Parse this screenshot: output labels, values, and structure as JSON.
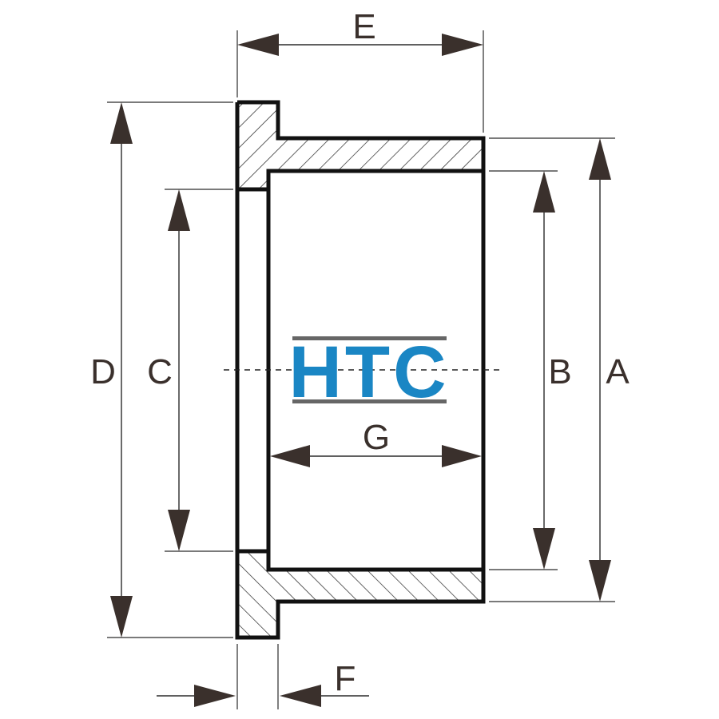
{
  "logo": {
    "text": "HTC",
    "text_color": "#1a86c4",
    "bar_color": "#666666"
  },
  "dimensions": {
    "A": "A",
    "B": "B",
    "C": "C",
    "D": "D",
    "E": "E",
    "F": "F",
    "G": "G"
  },
  "colors": {
    "outline": "#111111",
    "dimension": "#3a302c"
  }
}
